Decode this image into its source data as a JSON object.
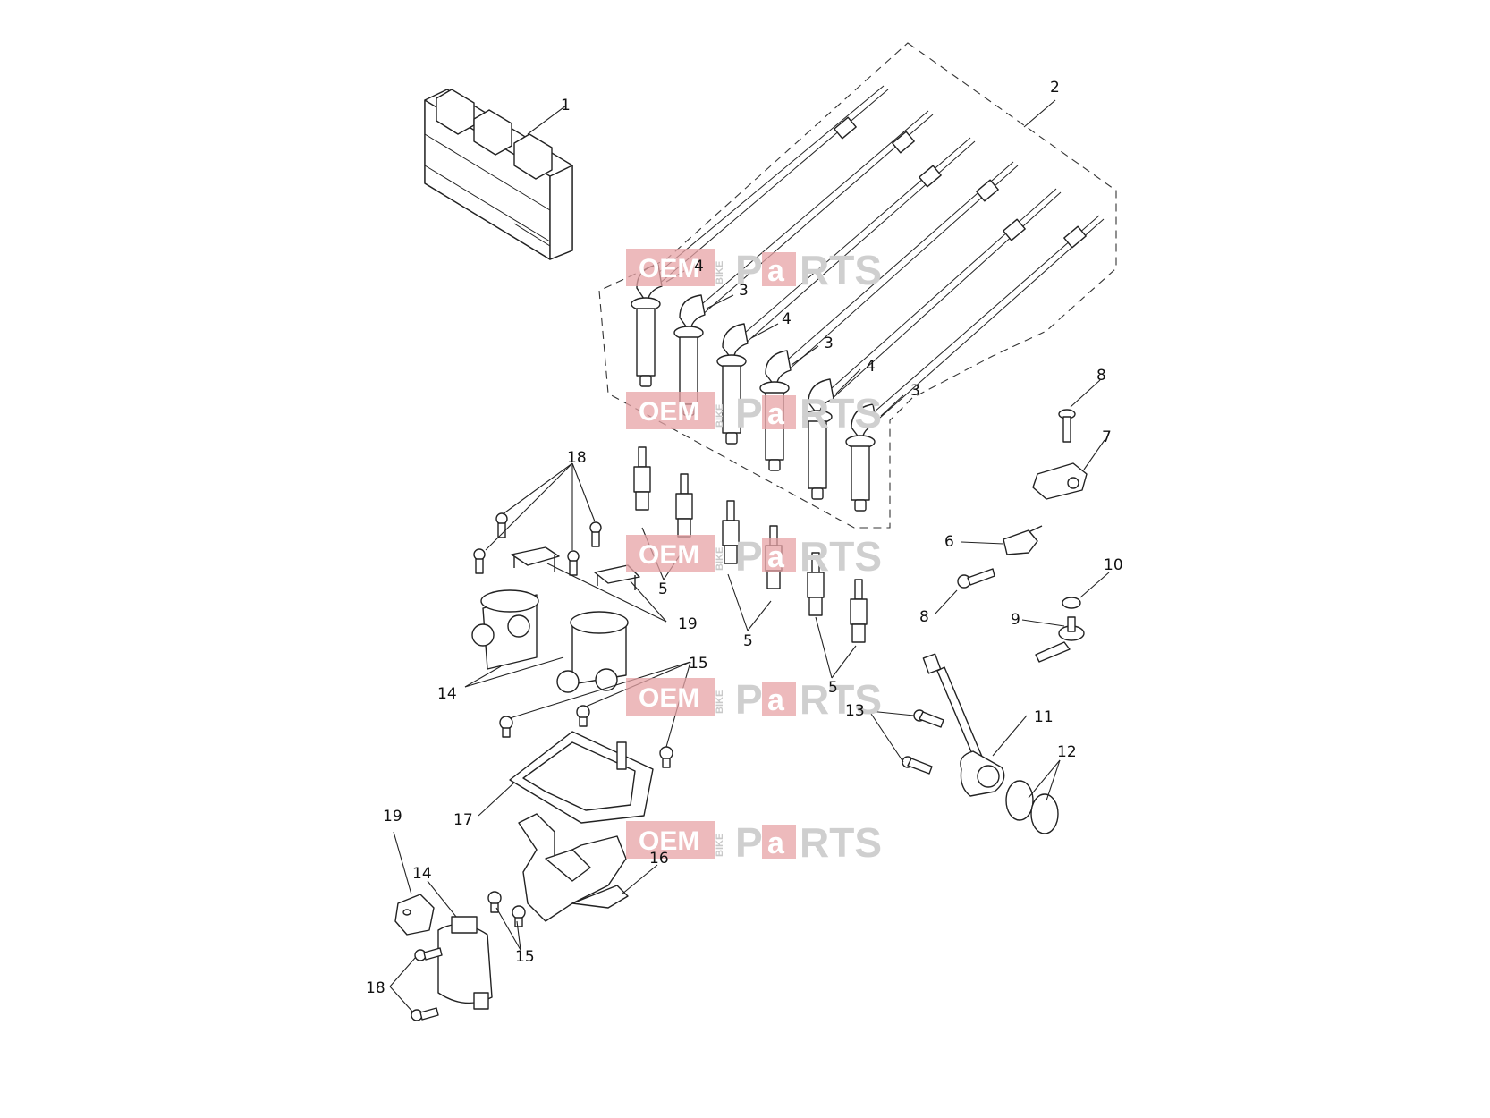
{
  "callouts": [
    {
      "id": "c1",
      "label": "1"
    },
    {
      "id": "c2",
      "label": "2"
    },
    {
      "id": "c3a",
      "label": "3"
    },
    {
      "id": "c3b",
      "label": "3"
    },
    {
      "id": "c3c",
      "label": "3"
    },
    {
      "id": "c4a",
      "label": "4"
    },
    {
      "id": "c4b",
      "label": "4"
    },
    {
      "id": "c4c",
      "label": "4"
    },
    {
      "id": "c5a",
      "label": "5"
    },
    {
      "id": "c5b",
      "label": "5"
    },
    {
      "id": "c5c",
      "label": "5"
    },
    {
      "id": "c6",
      "label": "6"
    },
    {
      "id": "c7",
      "label": "7"
    },
    {
      "id": "c8a",
      "label": "8"
    },
    {
      "id": "c8b",
      "label": "8"
    },
    {
      "id": "c9",
      "label": "9"
    },
    {
      "id": "c10",
      "label": "10"
    },
    {
      "id": "c11",
      "label": "11"
    },
    {
      "id": "c12",
      "label": "12"
    },
    {
      "id": "c13",
      "label": "13"
    },
    {
      "id": "c14a",
      "label": "14"
    },
    {
      "id": "c14b",
      "label": "14"
    },
    {
      "id": "c15a",
      "label": "15"
    },
    {
      "id": "c15b",
      "label": "15"
    },
    {
      "id": "c16",
      "label": "16"
    },
    {
      "id": "c17",
      "label": "17"
    },
    {
      "id": "c18a",
      "label": "18"
    },
    {
      "id": "c18b",
      "label": "18"
    },
    {
      "id": "c19a",
      "label": "19"
    },
    {
      "id": "c19b",
      "label": "19"
    }
  ],
  "watermark": {
    "oem": "OEM",
    "bike": "BIKE",
    "p": "P",
    "a": "a",
    "rts": "RTS",
    "red_color": "#e8a2a5",
    "grey_color": "#cfcfcf"
  },
  "colors": {
    "line": "#222222",
    "background": "#ffffff"
  }
}
